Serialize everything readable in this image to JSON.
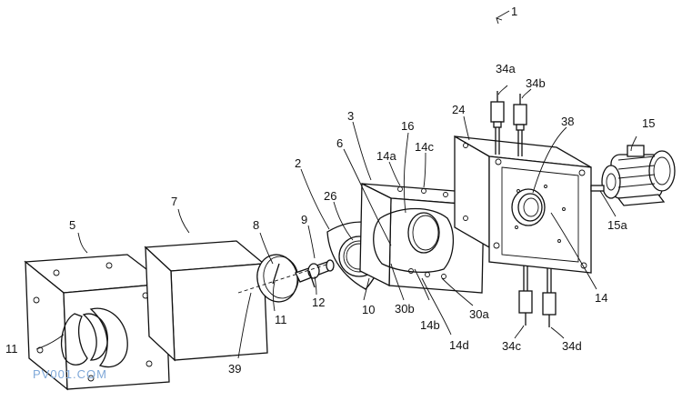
{
  "labels": {
    "assembly": "1",
    "side_plate_left": "5",
    "gasket": "7",
    "disc": "8",
    "shaft": "9",
    "rotor": "2",
    "rotor_gear": "26",
    "housing": "3",
    "inner_face": "6",
    "bore_16": "16",
    "hole_14a": "14a",
    "hole_14c": "14c",
    "plate_24": "24",
    "injector_34a": "34a",
    "injector_34b": "34b",
    "bearing_38": "38",
    "motor": "15",
    "motor_shaft": "15a",
    "port_11_left": "11",
    "port_11_disc": "11",
    "shaft_end_12": "12",
    "rotor_tip_10": "10",
    "edge_30b": "30b",
    "hole_14b": "14b",
    "edge_30a": "30a",
    "frame_14": "14",
    "hole_14d": "14d",
    "injector_34c": "34c",
    "injector_34d": "34d",
    "axis_39": "39"
  },
  "watermark": "PV001.COM"
}
